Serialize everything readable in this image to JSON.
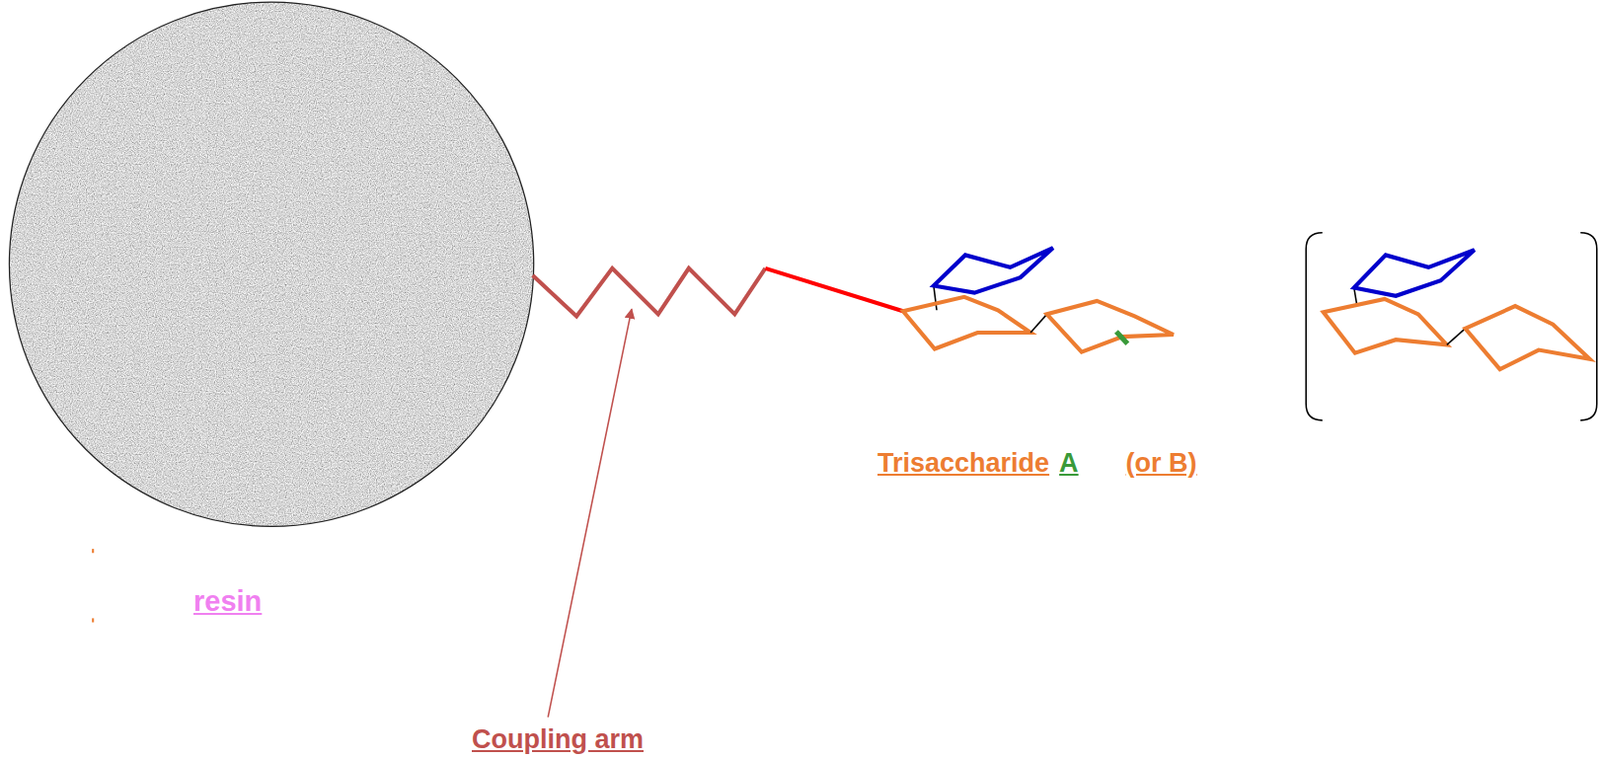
{
  "diagram": {
    "labels": [
      "resin",
      "Coupling arm",
      "Trisaccharide",
      "A",
      "(or B)"
    ]
  }
}
